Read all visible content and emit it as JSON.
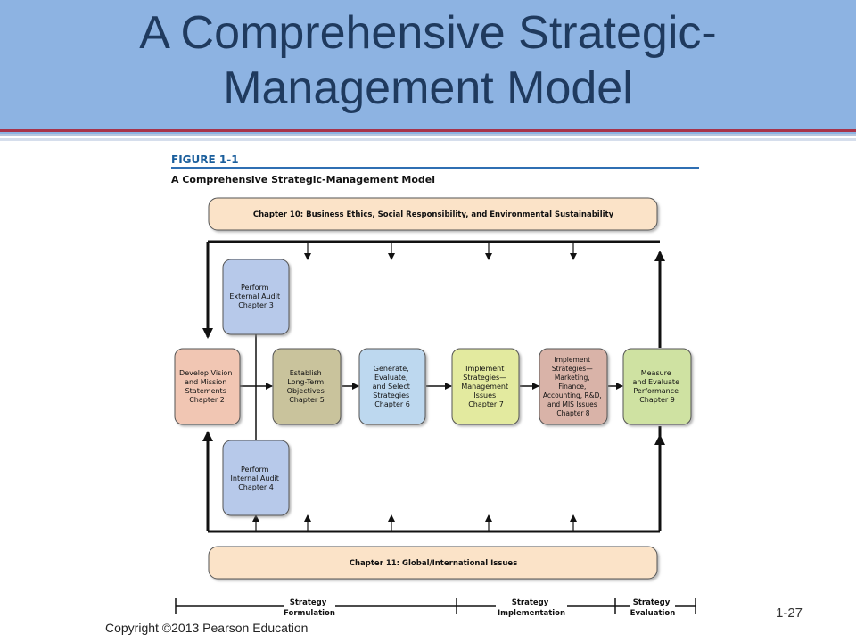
{
  "slide": {
    "title_line1": "A Comprehensive Strategic-",
    "title_line2": "Management Model",
    "page_number": "1-27",
    "copyright": "Copyright ©2013 Pearson Education"
  },
  "figure": {
    "label": "FIGURE 1-1",
    "title": "A Comprehensive Strategic-Management Model",
    "top_banner": "Chapter 10: Business Ethics, Social Responsibility, and Environmental Sustainability",
    "bottom_banner": "Chapter 11:  Global/International Issues",
    "boxes": {
      "external_audit": [
        "Perform",
        "External Audit",
        "Chapter 3"
      ],
      "internal_audit": [
        "Perform",
        "Internal Audit",
        "Chapter 4"
      ],
      "vision_mission": [
        "Develop Vision",
        "and Mission",
        "Statements",
        "Chapter 2"
      ],
      "objectives": [
        "Establish",
        "Long-Term",
        "Objectives",
        "Chapter 5"
      ],
      "strategies": [
        "Generate,",
        "Evaluate,",
        "and Select",
        "Strategies",
        "Chapter 6"
      ],
      "implement_mgmt": [
        "Implement",
        "Strategies—",
        "Management",
        "Issues",
        "Chapter 7"
      ],
      "implement_functional": [
        "Implement",
        "Strategies—",
        "Marketing,",
        "Finance,",
        "Accounting, R&D,",
        "and MIS Issues",
        "Chapter 8"
      ],
      "measure_evaluate": [
        "Measure",
        "and Evaluate",
        "Performance",
        "Chapter 9"
      ]
    },
    "phases": {
      "formulation": [
        "Strategy",
        "Formulation"
      ],
      "implementation": [
        "Strategy",
        "Implementation"
      ],
      "evaluation": [
        "Strategy",
        "Evaluation"
      ]
    },
    "colors": {
      "banner": "#fbe3c8",
      "audit": "#b7c9ea",
      "vision": "#f1c6b3",
      "objectives": "#c9c39c",
      "strategies": "#bdd8ef",
      "implement_mgmt": "#e3ea9f",
      "implement_functional": "#d9b3a8",
      "measure": "#cfe2a2"
    }
  }
}
